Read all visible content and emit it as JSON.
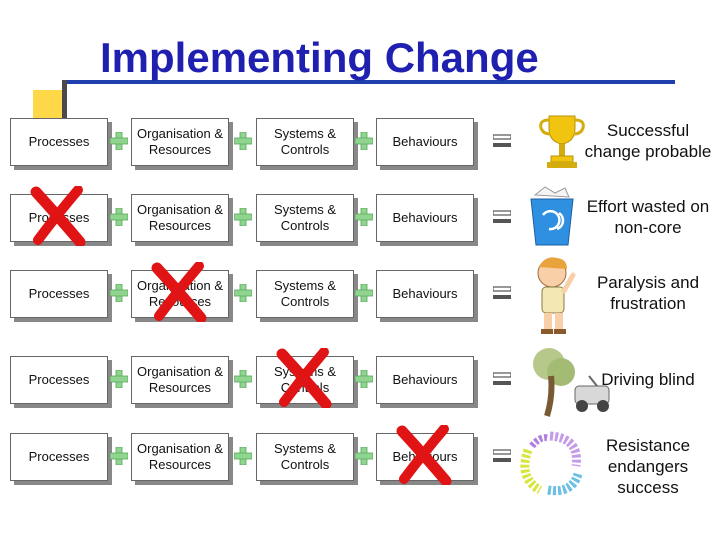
{
  "title": "Implementing Change",
  "rows": [
    {
      "cells": [
        "Processes",
        "Organisation & Resources",
        "Systems & Controls",
        "Behaviours"
      ],
      "failed_index": null,
      "outcome": "Successful change probable",
      "icon": "trophy-icon"
    },
    {
      "cells": [
        "Processes",
        "Organisation & Resources",
        "Systems & Controls",
        "Behaviours"
      ],
      "failed_index": 0,
      "outcome": "Effort wasted on non-core",
      "icon": "waste-bin-icon"
    },
    {
      "cells": [
        "Processes",
        "Organisation & Resources",
        "Systems & Controls",
        "Behaviours"
      ],
      "failed_index": 1,
      "outcome": "Paralysis and frustration",
      "icon": "frustrated-person-icon"
    },
    {
      "cells": [
        "Processes",
        "Organisation & Resources",
        "Systems & Controls",
        "Behaviours"
      ],
      "failed_index": 2,
      "outcome": "Driving blind",
      "icon": "crashed-tree-icon"
    },
    {
      "cells": [
        "Processes",
        "Organisation & Resources",
        "Systems & Controls",
        "Behaviours"
      ],
      "failed_index": 3,
      "outcome": "Resistance endangers success",
      "icon": "tangled-wires-icon"
    }
  ],
  "colors": {
    "title": "#1f1fb0",
    "plus": "#8fd48f",
    "equals": "#555555",
    "cross": "#e01414"
  }
}
